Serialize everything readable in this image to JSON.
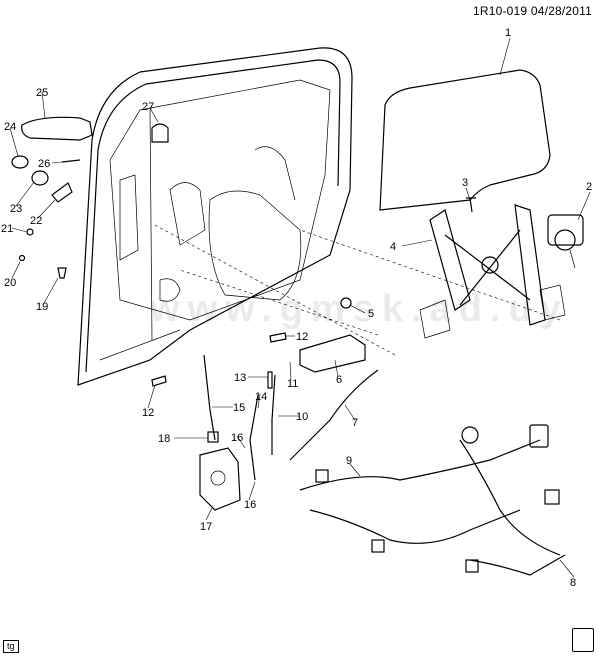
{
  "header": {
    "reference": "1R10-019  04/28/2011"
  },
  "footer": {
    "tag": "tg"
  },
  "watermark": {
    "text": "www.gmsk.ad.uy"
  },
  "callouts": [
    {
      "id": "c1",
      "label": "1"
    },
    {
      "id": "c2",
      "label": "2"
    },
    {
      "id": "c3",
      "label": "3"
    },
    {
      "id": "c4",
      "label": "4"
    },
    {
      "id": "c5",
      "label": "5"
    },
    {
      "id": "c6",
      "label": "6"
    },
    {
      "id": "c7",
      "label": "7"
    },
    {
      "id": "c8",
      "label": "8"
    },
    {
      "id": "c9",
      "label": "9"
    },
    {
      "id": "c10",
      "label": "10"
    },
    {
      "id": "c11",
      "label": "11"
    },
    {
      "id": "c12a",
      "label": "12"
    },
    {
      "id": "c12b",
      "label": "12"
    },
    {
      "id": "c13",
      "label": "13"
    },
    {
      "id": "c14",
      "label": "14"
    },
    {
      "id": "c15",
      "label": "15"
    },
    {
      "id": "c16a",
      "label": "16"
    },
    {
      "id": "c16b",
      "label": "16"
    },
    {
      "id": "c17",
      "label": "17"
    },
    {
      "id": "c18",
      "label": "18"
    },
    {
      "id": "c19",
      "label": "19"
    },
    {
      "id": "c20",
      "label": "20"
    },
    {
      "id": "c21",
      "label": "21"
    },
    {
      "id": "c22",
      "label": "22"
    },
    {
      "id": "c23",
      "label": "23"
    },
    {
      "id": "c24",
      "label": "24"
    },
    {
      "id": "c25",
      "label": "25"
    },
    {
      "id": "c26",
      "label": "26"
    },
    {
      "id": "c27",
      "label": "27"
    }
  ]
}
